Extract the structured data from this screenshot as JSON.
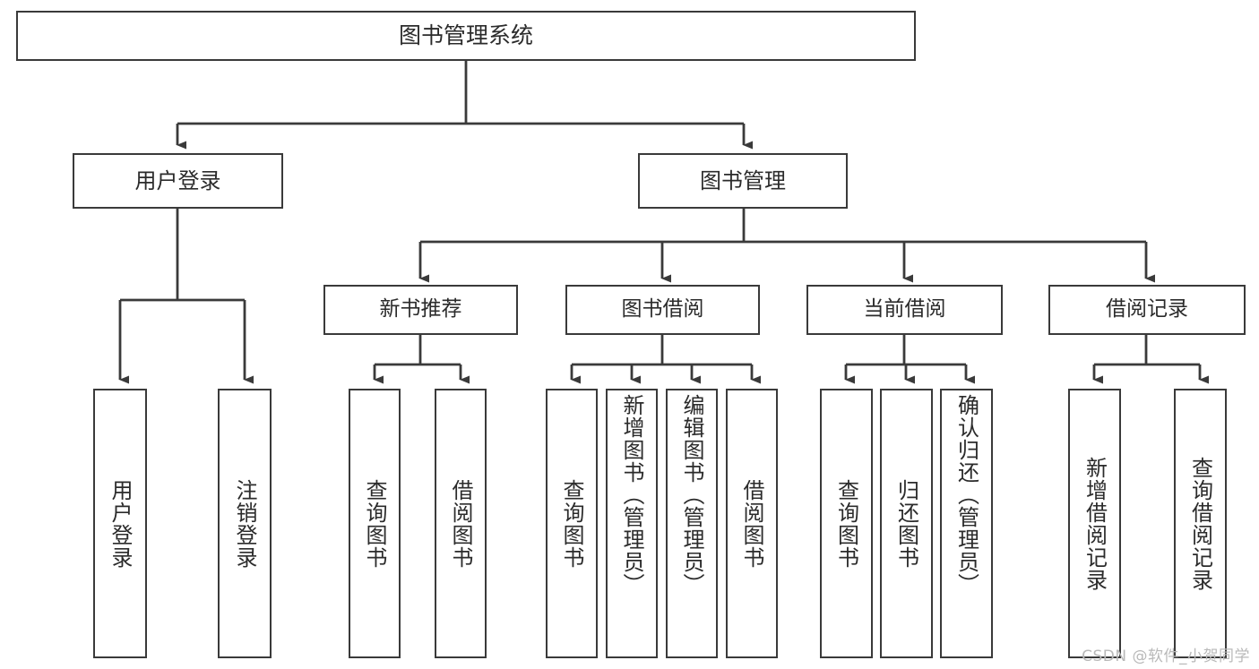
{
  "diagram": {
    "title": "图书管理系统",
    "type": "function-structure-tree",
    "colors": {
      "stroke": "#3a3a3a",
      "box_fill": "#ffffff",
      "text": "#2b2b2b",
      "background": "#ffffff",
      "watermark": "#b9b9b9"
    },
    "root": {
      "id": "root",
      "label": "图书管理系统"
    },
    "level1": [
      {
        "id": "user-login",
        "label": "用户登录"
      },
      {
        "id": "book-management",
        "label": "图书管理"
      }
    ],
    "level2": [
      {
        "id": "new-book-recommend",
        "label": "新书推荐",
        "parent": "book-management"
      },
      {
        "id": "book-borrow",
        "label": "图书借阅",
        "parent": "book-management"
      },
      {
        "id": "current-borrow",
        "label": "当前借阅",
        "parent": "book-management"
      },
      {
        "id": "borrow-record",
        "label": "借阅记录",
        "parent": "book-management"
      }
    ],
    "leaves": {
      "user-login": [
        {
          "id": "leaf-user-login",
          "label": "用户登录"
        },
        {
          "id": "leaf-user-logout",
          "label": "注销登录"
        }
      ],
      "new-book-recommend": [
        {
          "id": "leaf-query-book-1",
          "label": "查询图书"
        },
        {
          "id": "leaf-borrow-book-1",
          "label": "借阅图书"
        }
      ],
      "book-borrow": [
        {
          "id": "leaf-query-book-2",
          "label": "查询图书"
        },
        {
          "id": "leaf-add-book",
          "label": "新增图书（管理员）"
        },
        {
          "id": "leaf-edit-book",
          "label": "编辑图书（管理员）"
        },
        {
          "id": "leaf-borrow-book-2",
          "label": "借阅图书"
        }
      ],
      "current-borrow": [
        {
          "id": "leaf-query-book-3",
          "label": "查询图书"
        },
        {
          "id": "leaf-return-book",
          "label": "归还图书"
        },
        {
          "id": "leaf-confirm-return",
          "label": "确认归还（管理员）"
        }
      ],
      "borrow-record": [
        {
          "id": "leaf-add-record",
          "label": "新增借阅记录"
        },
        {
          "id": "leaf-query-record",
          "label": "查询借阅记录"
        }
      ]
    }
  },
  "watermark": {
    "text": "CSDN @软件_小贺同学"
  }
}
